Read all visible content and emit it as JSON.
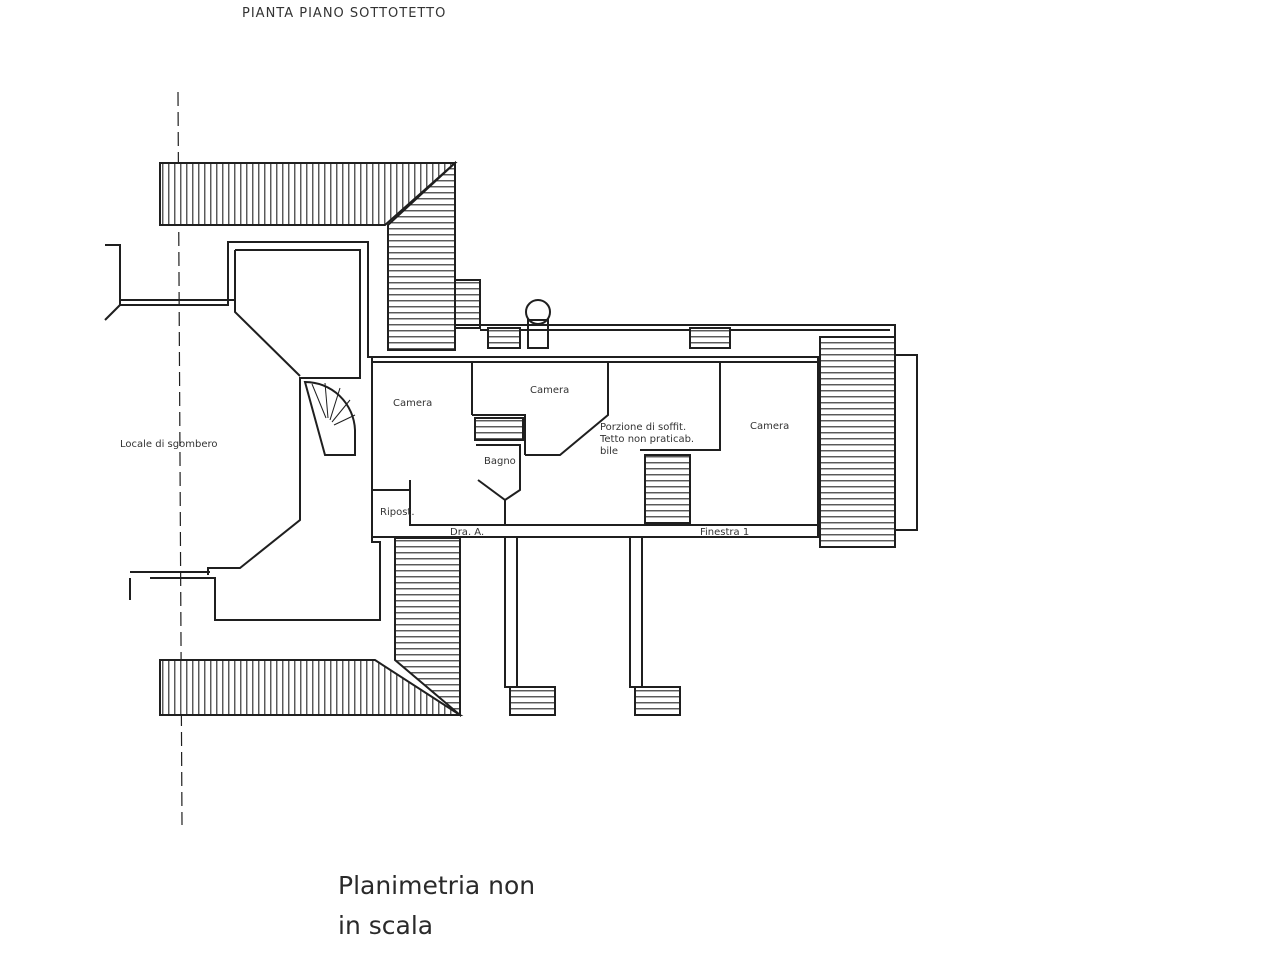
{
  "title": "PIANTA PIANO SOTTOTETTO",
  "rooms": {
    "locale_sgombero": "Locale di sgombero",
    "camera_1": "Camera",
    "camera_2": "Camera",
    "porzione_1": "Porzione di soffit.",
    "porzione_2": "Tetto non praticab.",
    "porzione_3": "bile",
    "camera_3": "Camera",
    "bagno": "Bagno",
    "ripost": "Ripost.",
    "label_a": "Dra. A.",
    "label_b": "Finestra 1"
  },
  "caption": {
    "line1": "Planimetria non",
    "line2": "in scala"
  },
  "colors": {
    "ink": "#1f1f1f",
    "paper": "#ffffff"
  }
}
